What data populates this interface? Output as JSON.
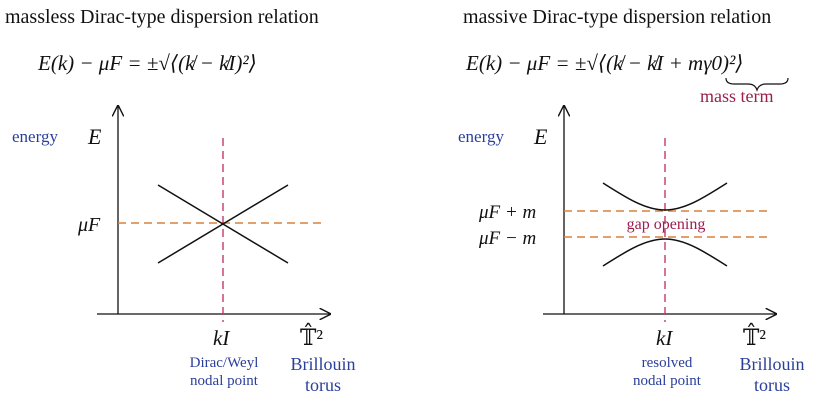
{
  "left": {
    "title": "massless Dirac-type dispersion relation",
    "equation": "E(k) − μF  =  ±√⟨(k̸ − k̸I)²⟩",
    "energy_label": "energy",
    "e_axis": "E",
    "mu_label": "μF",
    "k_label": "kI",
    "torus_symbol": "𝕋̂²",
    "node_line1": "Dirac/Weyl",
    "node_line2": "nodal point",
    "bz_line1": "Brillouin",
    "bz_line2": "torus"
  },
  "right": {
    "title": "massive Dirac-type dispersion relation",
    "equation": "E(k) − μF  =  ±√⟨(k̸ − k̸I + mγ0)²⟩",
    "mass_term": "mass term",
    "energy_label": "energy",
    "e_axis": "E",
    "upper_label": "μF + m",
    "lower_label": "μF − m",
    "gap_label": "gap opening",
    "k_label": "kI",
    "torus_symbol": "𝕋̂²",
    "node_line1": "resolved",
    "node_line2": "nodal point",
    "bz_line1": "Brillouin",
    "bz_line2": "torus"
  },
  "colors": {
    "axes": "#111111",
    "blue_text": "#2b3f9a",
    "red_line": "#c23b6a",
    "orange_line": "#d9823b",
    "mass_term": "#9b1e4d"
  }
}
